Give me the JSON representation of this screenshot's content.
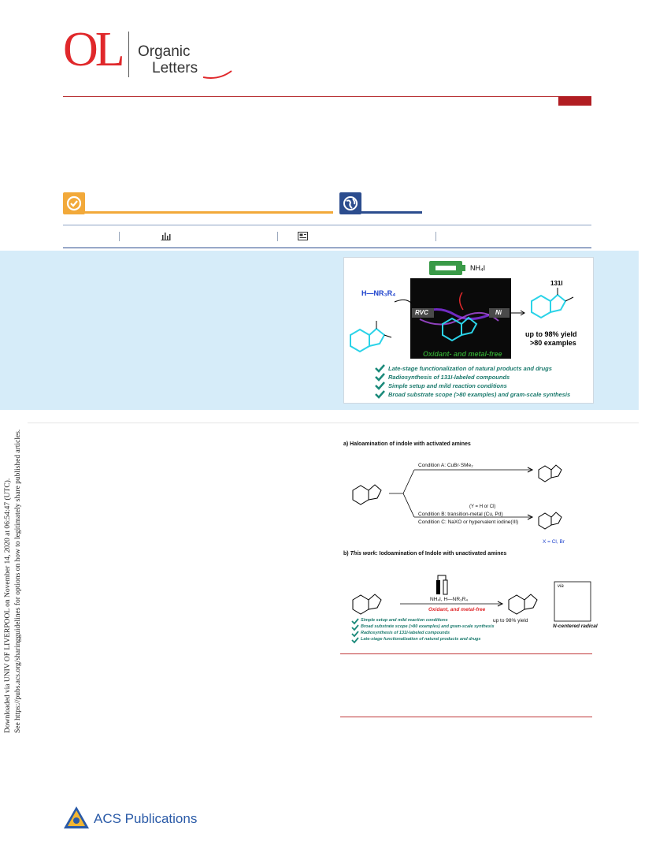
{
  "journal": {
    "logo_mark": "OL",
    "name_line1": "Organic",
    "name_line2": "Letters"
  },
  "sidebar": {
    "line1": "Downloaded via UNIV OF LIVERPOOL on November 14, 2020 at 06:54:47 (UTC).",
    "line2": "See https://pubs.acs.org/sharingguidelines for options on how to legitimately share published articles."
  },
  "toc": {
    "ammonium": "NH₄I",
    "amine": "H—NR₃R₄",
    "electrode_left": "RVC",
    "electrode_right": "Ni",
    "iodine_label": "131I",
    "yield": "up to 98% yield",
    "examples": ">80 examples",
    "caption": "Oxidant- and metal-free",
    "bullets": [
      "Late-stage functionalization of natural products and drugs",
      "Radiosynthesis of 131I-labeled compounds",
      "Simple setup and mild reaction conditions",
      "Broad substrate scope (>80 examples) and gram-scale synthesis"
    ]
  },
  "scheme": {
    "part_a_title": "a) Haloamination of indole with activated amines",
    "condition_a": "Condition A: CuBr·SMe₂",
    "condition_b": "Condition B: transition-metal (Cu, Pd)",
    "condition_c": "Condition C: NaXO or hypervalent iodine(III)",
    "y_note": "(Y = H or Cl)",
    "x_note": "X = Cl, Br",
    "part_b_prefix": "b) ",
    "part_b_italic": "This work",
    "part_b_rest": ": Iodoamination of Indole with unactivated amines",
    "reagents": "NH₄I, H—NR₃R₄",
    "conditions": "Oxidant, and metal-free",
    "yield": "up to 98% yield",
    "via": "via",
    "radical": "N-centered radical",
    "bullets": [
      "Simple setup and mild reaction conditions",
      "Broad substrate scope (>80 examples) and gram-scale synthesis",
      "Radiosynthesis of 131I-labeled compounds",
      "Late-stage functionalization of natural products and drugs"
    ]
  },
  "footer": {
    "publisher": "ACS Publications"
  },
  "colors": {
    "brand_red": "#e0282b",
    "open_access_orange": "#f2a93a",
    "globe_blue": "#2c4d8e",
    "abstract_band": "#d6ecf9",
    "check_teal": "#1b8a7a"
  }
}
